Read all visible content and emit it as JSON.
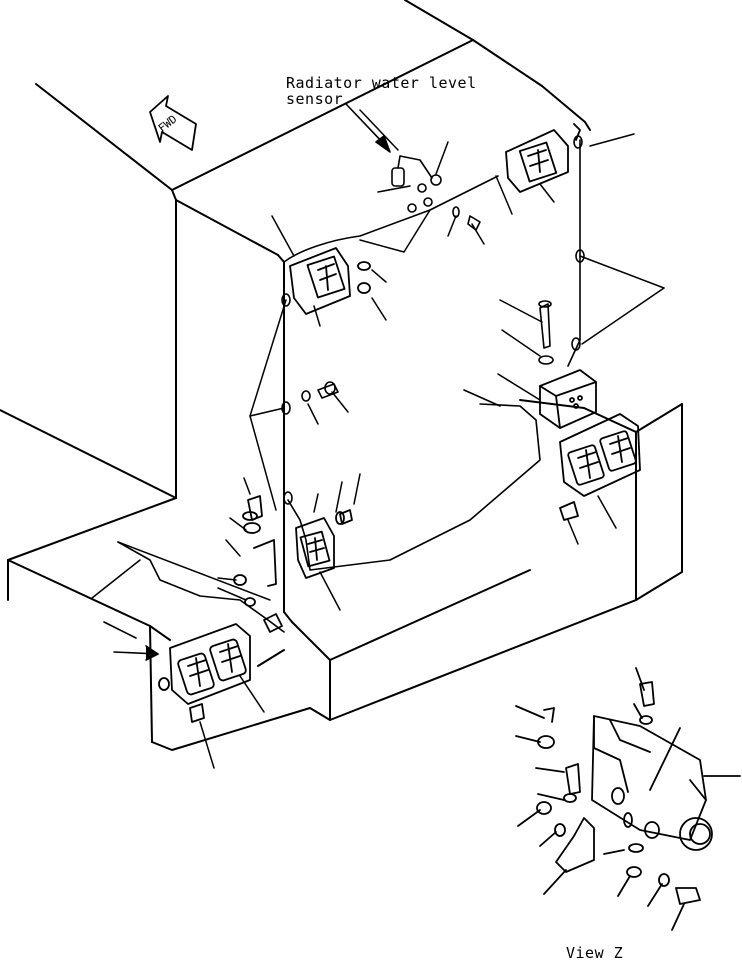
{
  "diagram": {
    "callout": {
      "line1": "Radiator water level",
      "line2": "sensor"
    },
    "fwd_arrow_text": "FWD",
    "view_label": "View Z"
  }
}
